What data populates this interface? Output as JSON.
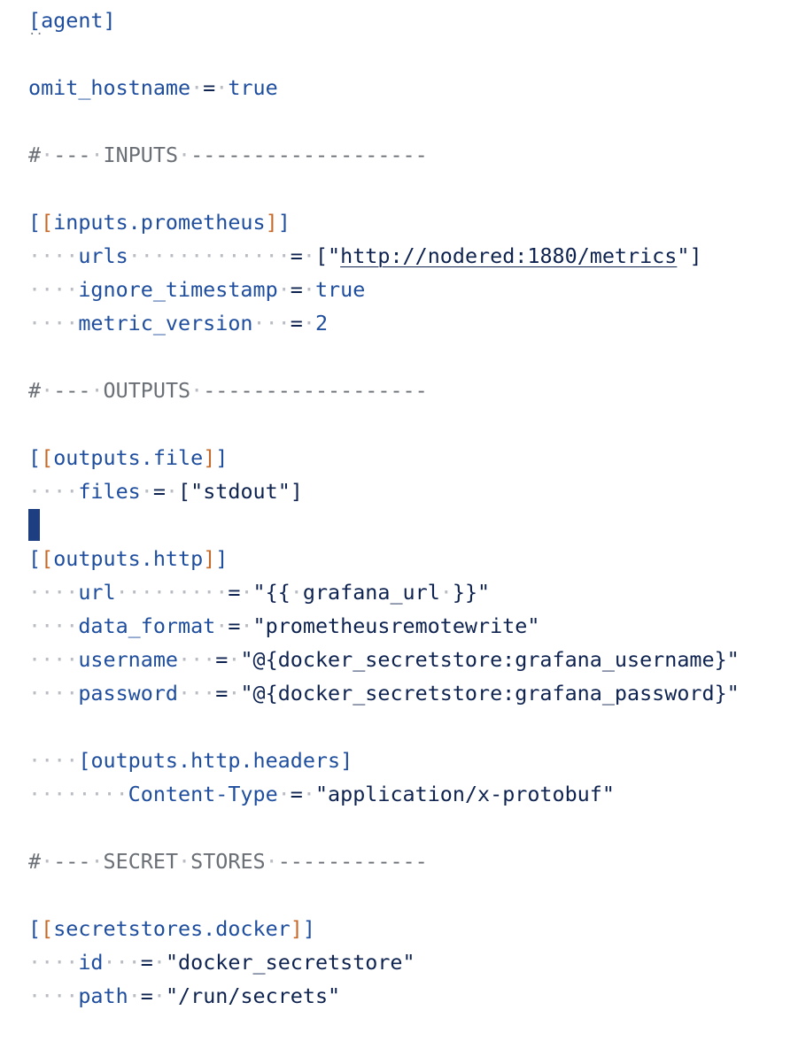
{
  "editor": {
    "lines": [
      {
        "name": "line-agent-header",
        "tokens": [
          [
            "br1",
            "["
          ],
          [
            "key",
            "agent"
          ],
          [
            "br1",
            "]"
          ]
        ],
        "dots": "··"
      },
      {
        "name": "line-blank",
        "tokens": []
      },
      {
        "name": "line-omit-hostname",
        "tokens": [
          [
            "key",
            "omit_hostname"
          ],
          [
            "ws",
            "·"
          ],
          [
            "punc",
            "="
          ],
          [
            "ws",
            "·"
          ],
          [
            "kw",
            "true"
          ]
        ]
      },
      {
        "name": "line-blank",
        "tokens": []
      },
      {
        "name": "line-comment-inputs",
        "tokens": [
          [
            "com",
            "#"
          ],
          [
            "ws",
            "·"
          ],
          [
            "com",
            "---"
          ],
          [
            "ws",
            "·"
          ],
          [
            "com",
            "INPUTS"
          ],
          [
            "ws",
            "·"
          ],
          [
            "com",
            "-------------------"
          ]
        ]
      },
      {
        "name": "line-blank",
        "tokens": []
      },
      {
        "name": "line-inputs-prometheus",
        "tokens": [
          [
            "br1",
            "["
          ],
          [
            "br2",
            "["
          ],
          [
            "key",
            "inputs.prometheus"
          ],
          [
            "br2",
            "]"
          ],
          [
            "br1",
            "]"
          ]
        ]
      },
      {
        "name": "line-urls",
        "tokens": [
          [
            "ws",
            "····"
          ],
          [
            "key",
            "urls"
          ],
          [
            "ws",
            "·············"
          ],
          [
            "punc",
            "="
          ],
          [
            "ws",
            "·"
          ],
          [
            "punc",
            "[\""
          ],
          [
            "link",
            "http://nodered:1880/metrics"
          ],
          [
            "punc",
            "\"]"
          ]
        ]
      },
      {
        "name": "line-ignore-timestamp",
        "tokens": [
          [
            "ws",
            "····"
          ],
          [
            "key",
            "ignore_timestamp"
          ],
          [
            "ws",
            "·"
          ],
          [
            "punc",
            "="
          ],
          [
            "ws",
            "·"
          ],
          [
            "kw",
            "true"
          ]
        ]
      },
      {
        "name": "line-metric-version",
        "tokens": [
          [
            "ws",
            "····"
          ],
          [
            "key",
            "metric_version"
          ],
          [
            "ws",
            "···"
          ],
          [
            "punc",
            "="
          ],
          [
            "ws",
            "·"
          ],
          [
            "num",
            "2"
          ]
        ]
      },
      {
        "name": "line-blank",
        "tokens": []
      },
      {
        "name": "line-comment-outputs",
        "tokens": [
          [
            "com",
            "#"
          ],
          [
            "ws",
            "·"
          ],
          [
            "com",
            "---"
          ],
          [
            "ws",
            "·"
          ],
          [
            "com",
            "OUTPUTS"
          ],
          [
            "ws",
            "·"
          ],
          [
            "com",
            "------------------"
          ]
        ]
      },
      {
        "name": "line-blank",
        "tokens": []
      },
      {
        "name": "line-outputs-file",
        "tokens": [
          [
            "br1",
            "["
          ],
          [
            "br2",
            "["
          ],
          [
            "key",
            "outputs.file"
          ],
          [
            "br2",
            "]"
          ],
          [
            "br1",
            "]"
          ]
        ]
      },
      {
        "name": "line-files",
        "tokens": [
          [
            "ws",
            "····"
          ],
          [
            "key",
            "files"
          ],
          [
            "ws",
            "·"
          ],
          [
            "punc",
            "="
          ],
          [
            "ws",
            "·"
          ],
          [
            "str",
            "[\"stdout\"]"
          ]
        ]
      },
      {
        "name": "line-cursor",
        "tokens": [],
        "cursor": true
      },
      {
        "name": "line-outputs-http",
        "tokens": [
          [
            "br1",
            "["
          ],
          [
            "br2",
            "["
          ],
          [
            "key",
            "outputs.http"
          ],
          [
            "br2",
            "]"
          ],
          [
            "br1",
            "]"
          ]
        ]
      },
      {
        "name": "line-url",
        "tokens": [
          [
            "ws",
            "····"
          ],
          [
            "key",
            "url"
          ],
          [
            "ws",
            "·········"
          ],
          [
            "punc",
            "="
          ],
          [
            "ws",
            "·"
          ],
          [
            "str",
            "\"{{"
          ],
          [
            "ws",
            "·"
          ],
          [
            "str",
            "grafana_url"
          ],
          [
            "ws",
            "·"
          ],
          [
            "str",
            "}}\""
          ]
        ]
      },
      {
        "name": "line-data-format",
        "tokens": [
          [
            "ws",
            "····"
          ],
          [
            "key",
            "data_format"
          ],
          [
            "ws",
            "·"
          ],
          [
            "punc",
            "="
          ],
          [
            "ws",
            "·"
          ],
          [
            "str",
            "\"prometheusremotewrite\""
          ]
        ]
      },
      {
        "name": "line-username",
        "tokens": [
          [
            "ws",
            "····"
          ],
          [
            "key",
            "username"
          ],
          [
            "ws",
            "···"
          ],
          [
            "punc",
            "="
          ],
          [
            "ws",
            "·"
          ],
          [
            "str",
            "\"@{docker_secretstore:grafana_username}\""
          ]
        ]
      },
      {
        "name": "line-password",
        "tokens": [
          [
            "ws",
            "····"
          ],
          [
            "key",
            "password"
          ],
          [
            "ws",
            "···"
          ],
          [
            "punc",
            "="
          ],
          [
            "ws",
            "·"
          ],
          [
            "str",
            "\"@{docker_secretstore:grafana_password}\""
          ]
        ]
      },
      {
        "name": "line-blank",
        "tokens": []
      },
      {
        "name": "line-outputs-http-headers",
        "tokens": [
          [
            "ws",
            "····"
          ],
          [
            "br1",
            "["
          ],
          [
            "key",
            "outputs.http.headers"
          ],
          [
            "br1",
            "]"
          ]
        ]
      },
      {
        "name": "line-content-type",
        "tokens": [
          [
            "ws",
            "········"
          ],
          [
            "key",
            "Content-Type"
          ],
          [
            "ws",
            "·"
          ],
          [
            "punc",
            "="
          ],
          [
            "ws",
            "·"
          ],
          [
            "str",
            "\"application/x-protobuf\""
          ]
        ]
      },
      {
        "name": "line-blank",
        "tokens": []
      },
      {
        "name": "line-comment-secret-stores",
        "tokens": [
          [
            "com",
            "#"
          ],
          [
            "ws",
            "·"
          ],
          [
            "com",
            "---"
          ],
          [
            "ws",
            "·"
          ],
          [
            "com",
            "SECRET"
          ],
          [
            "ws",
            "·"
          ],
          [
            "com",
            "STORES"
          ],
          [
            "ws",
            "·"
          ],
          [
            "com",
            "------------"
          ]
        ]
      },
      {
        "name": "line-blank",
        "tokens": []
      },
      {
        "name": "line-secretstores-docker",
        "tokens": [
          [
            "br1",
            "["
          ],
          [
            "br2",
            "["
          ],
          [
            "key",
            "secretstores.docker"
          ],
          [
            "br2",
            "]"
          ],
          [
            "br1",
            "]"
          ]
        ]
      },
      {
        "name": "line-id",
        "tokens": [
          [
            "ws",
            "····"
          ],
          [
            "key",
            "id"
          ],
          [
            "ws",
            "···"
          ],
          [
            "punc",
            "="
          ],
          [
            "ws",
            "·"
          ],
          [
            "str",
            "\"docker_secretstore\""
          ]
        ]
      },
      {
        "name": "line-path",
        "tokens": [
          [
            "ws",
            "····"
          ],
          [
            "key",
            "path"
          ],
          [
            "ws",
            "·"
          ],
          [
            "punc",
            "="
          ],
          [
            "ws",
            "·"
          ],
          [
            "str",
            "\"/run/secrets\""
          ]
        ]
      }
    ]
  }
}
